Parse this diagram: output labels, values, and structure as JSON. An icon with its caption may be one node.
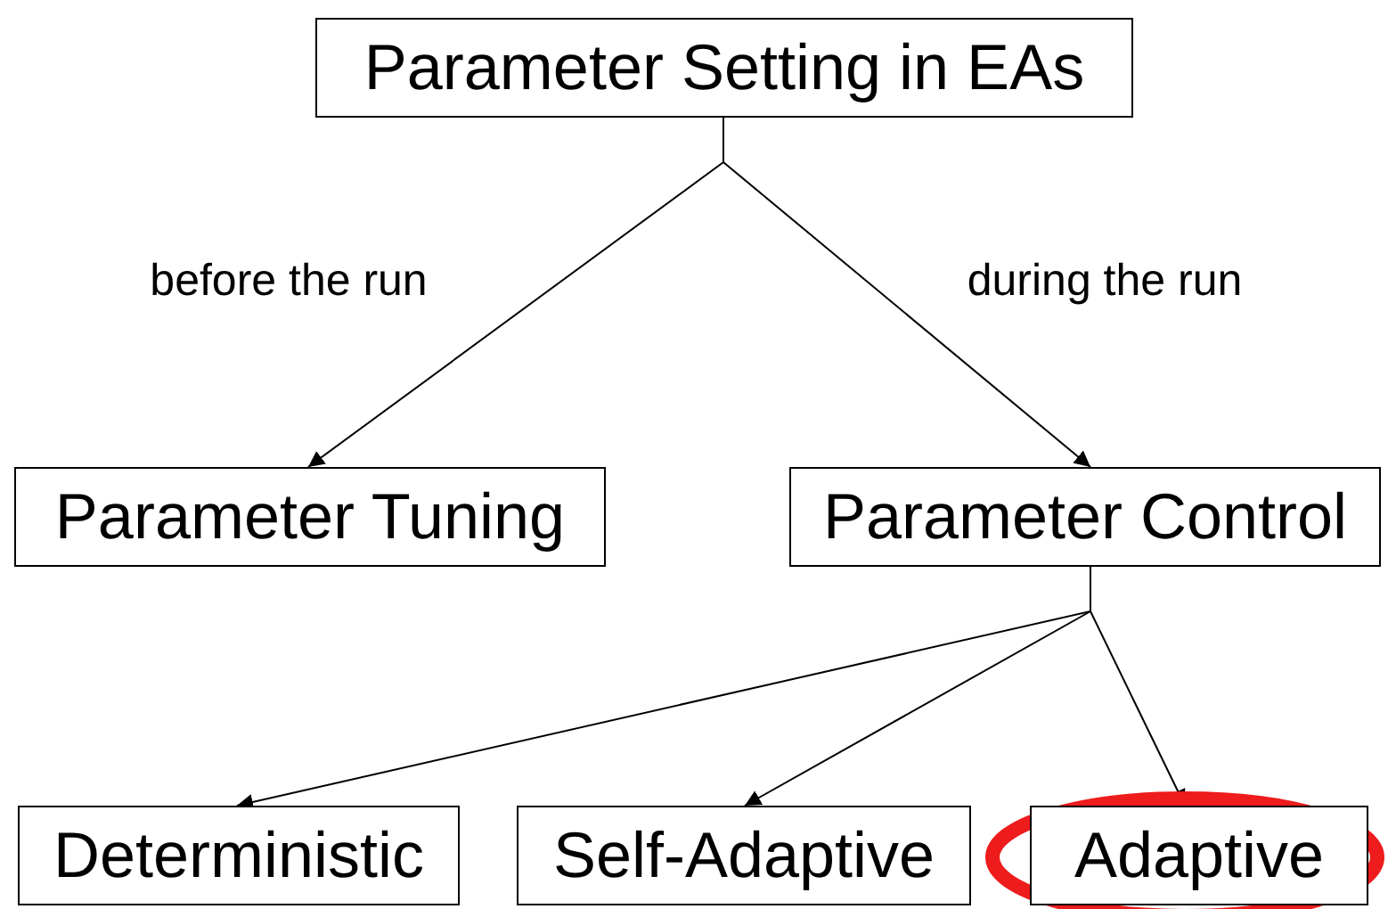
{
  "diagram": {
    "nodes": [
      {
        "text": [
          "Parameter Setting in EAs"
        ]
      },
      {
        "text": [
          "Parameter Tuning"
        ]
      },
      {
        "text": [
          "Parameter Control"
        ]
      },
      {
        "text": [
          "Deterministic"
        ]
      },
      {
        "text": [
          "Self-Adaptive"
        ]
      },
      {
        "text": [
          "Adaptive"
        ]
      }
    ],
    "edges": [
      {
        "from": 0,
        "to": 1,
        "arrow": "to",
        "label": "before the run"
      },
      {
        "from": 0,
        "to": 2,
        "arrow": "to",
        "label": "during the run"
      },
      {
        "from": 2,
        "to": 3,
        "arrow": "to"
      },
      {
        "from": 2,
        "to": 4,
        "arrow": "to"
      },
      {
        "from": 2,
        "to": 5,
        "arrow": "to"
      }
    ]
  }
}
